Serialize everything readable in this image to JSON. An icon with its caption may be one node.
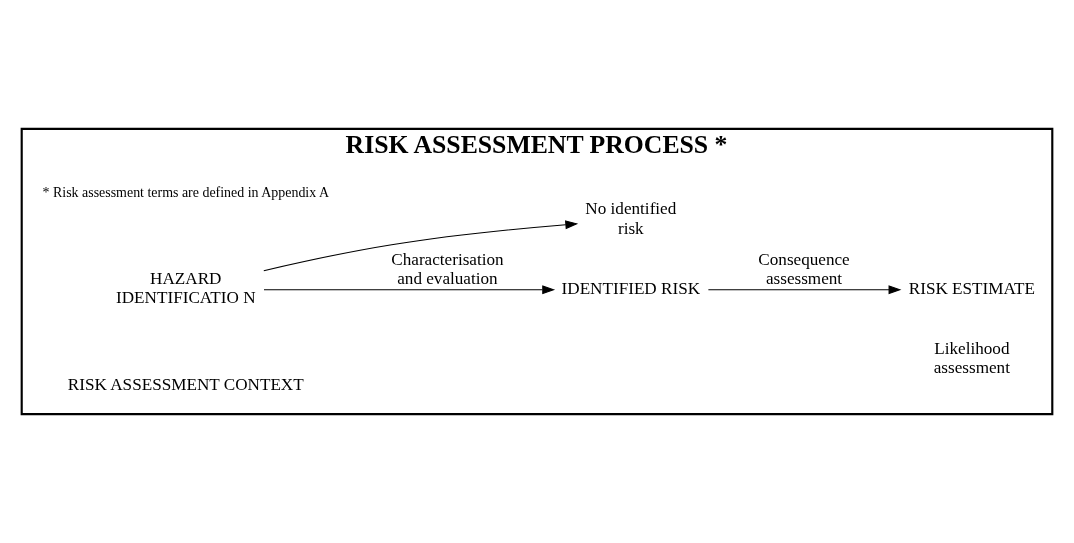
{
  "diagram": {
    "caption": "* Risk assessment terms are defined in Appendix A",
    "nodes": [
      {
        "text": [
          "RISK ASSESSMENT PROCESS *"
        ]
      },
      {
        "text": [
          "HAZARD IDENTIFICATIO N"
        ],
        "in": 0
      },
      {
        "text": [
          "IDENTIFIED RISK"
        ],
        "in": 0
      },
      {
        "text": [
          "RISK ESTIMATE"
        ],
        "in": 0
      },
      {
        "text": [
          "No identified risk"
        ],
        "in": 0
      }
    ],
    "edges": [
      {
        "from": 1,
        "to": 2,
        "arrow": "to",
        "label": "Characterisation and evaluation"
      },
      {
        "from": 1,
        "to": 4,
        "arrow": "to"
      },
      {
        "from": 2,
        "to": 3,
        "arrow": "to",
        "label": "Consequence assessment"
      }
    ],
    "labels": [
      "RISK ASSESSMENT CONTEXT",
      "Likelihood assessment"
    ]
  }
}
